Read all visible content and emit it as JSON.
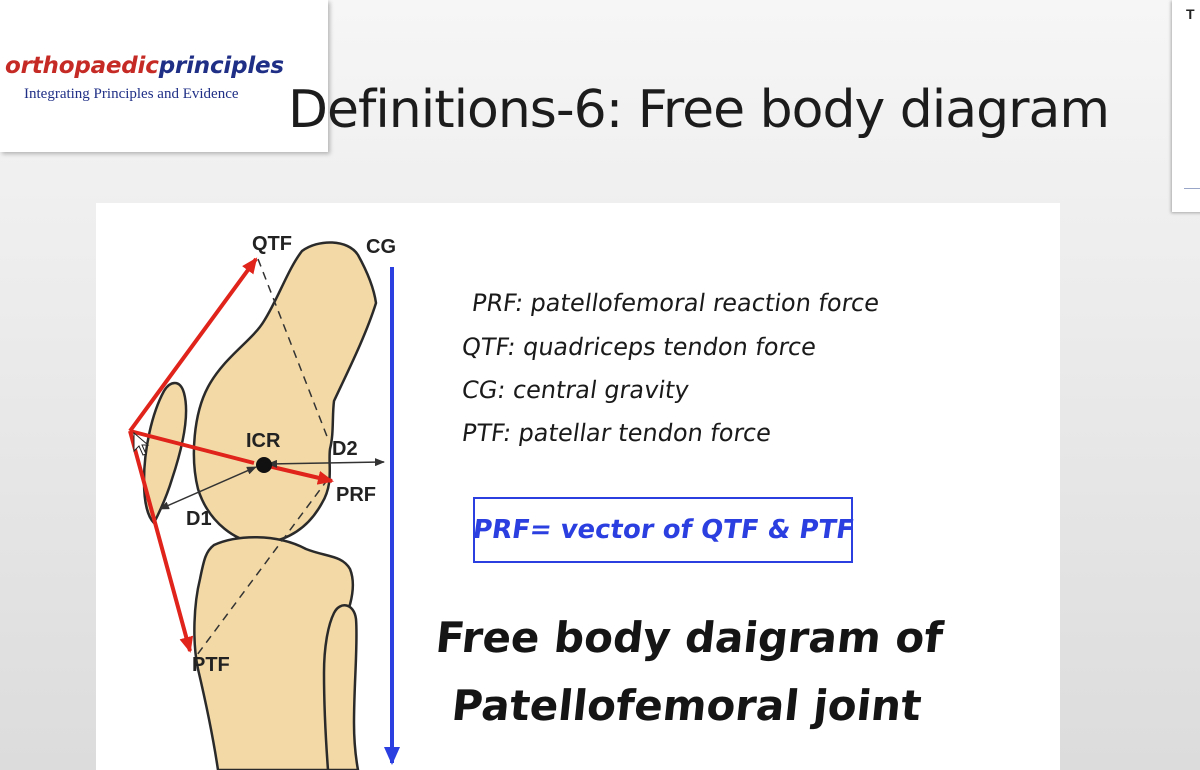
{
  "logo": {
    "part1": "orthopaedic",
    "part2": "principles",
    "tagline": "Integrating Principles and Evidence"
  },
  "slide": {
    "title": "Definitions-6: Free body diagram"
  },
  "side_thumbnail": {
    "text": "T"
  },
  "diagram": {
    "labels": {
      "qtf": "QTF",
      "cg": "CG",
      "icr": "ICR",
      "d1": "D1",
      "d2": "D2",
      "prf": "PRF",
      "ptf": "PTF"
    },
    "colors": {
      "bone_fill": "#f2d9a6",
      "force_arrow": "#e0231b",
      "cg_arrow": "#2b3fe0"
    }
  },
  "definitions": [
    "PRF: patellofemoral reaction force",
    "QTF: quadriceps tendon force",
    "CG: central gravity",
    "PTF: patellar tendon force"
  ],
  "equation": "PRF= vector of QTF & PTF",
  "caption": {
    "line1": "Free body daigram of",
    "line2": "Patellofemoral joint"
  }
}
